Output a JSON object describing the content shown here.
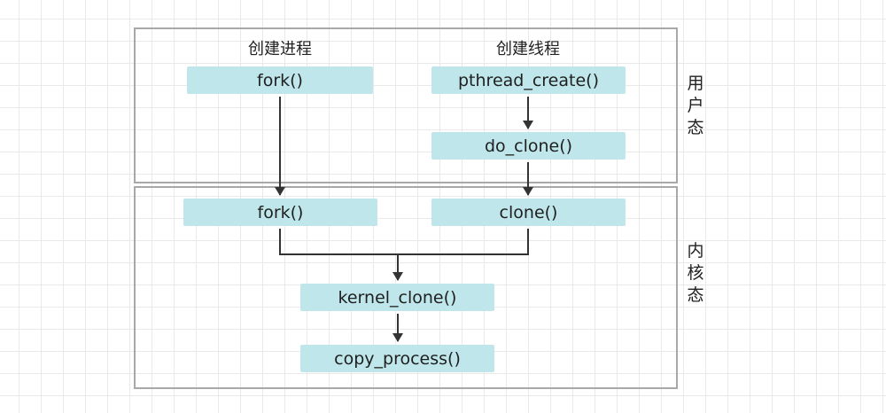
{
  "user_space": {
    "label": "用户态",
    "process_header": "创建进程",
    "thread_header": "创建线程",
    "fork_call": "fork()",
    "pthread_create_call": "pthread_create()",
    "do_clone_call": "do_clone()"
  },
  "kernel_space": {
    "label": "内核态",
    "fork_call": "fork()",
    "clone_call": "clone()",
    "kernel_clone_call": "kernel_clone()",
    "copy_process_call": "copy_process()"
  },
  "colors": {
    "node_fill": "#bfe6ea",
    "border": "#a8a8a8",
    "arrow": "#333333"
  }
}
